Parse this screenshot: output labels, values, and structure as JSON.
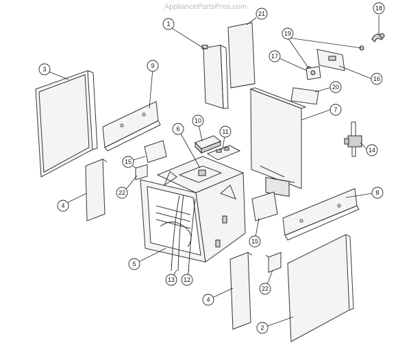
{
  "watermark": "AppliancePartsPros.com",
  "callouts": [
    {
      "id": "c18",
      "label": "18"
    },
    {
      "id": "c21",
      "label": "21"
    },
    {
      "id": "c1",
      "label": "1"
    },
    {
      "id": "c19",
      "label": "19"
    },
    {
      "id": "c3",
      "label": "3"
    },
    {
      "id": "c9",
      "label": "9"
    },
    {
      "id": "c17",
      "label": "17"
    },
    {
      "id": "c16",
      "label": "16"
    },
    {
      "id": "c20",
      "label": "20"
    },
    {
      "id": "c7",
      "label": "7"
    },
    {
      "id": "c10",
      "label": "10"
    },
    {
      "id": "c6",
      "label": "6"
    },
    {
      "id": "c11",
      "label": "11"
    },
    {
      "id": "c14",
      "label": "14"
    },
    {
      "id": "c15a",
      "label": "15"
    },
    {
      "id": "c22a",
      "label": "22"
    },
    {
      "id": "c4a",
      "label": "4"
    },
    {
      "id": "c8",
      "label": "8"
    },
    {
      "id": "c15b",
      "label": "15"
    },
    {
      "id": "c5",
      "label": "5"
    },
    {
      "id": "c13",
      "label": "13"
    },
    {
      "id": "c12",
      "label": "12"
    },
    {
      "id": "c22b",
      "label": "22"
    },
    {
      "id": "c4b",
      "label": "4"
    },
    {
      "id": "c2",
      "label": "2"
    }
  ]
}
